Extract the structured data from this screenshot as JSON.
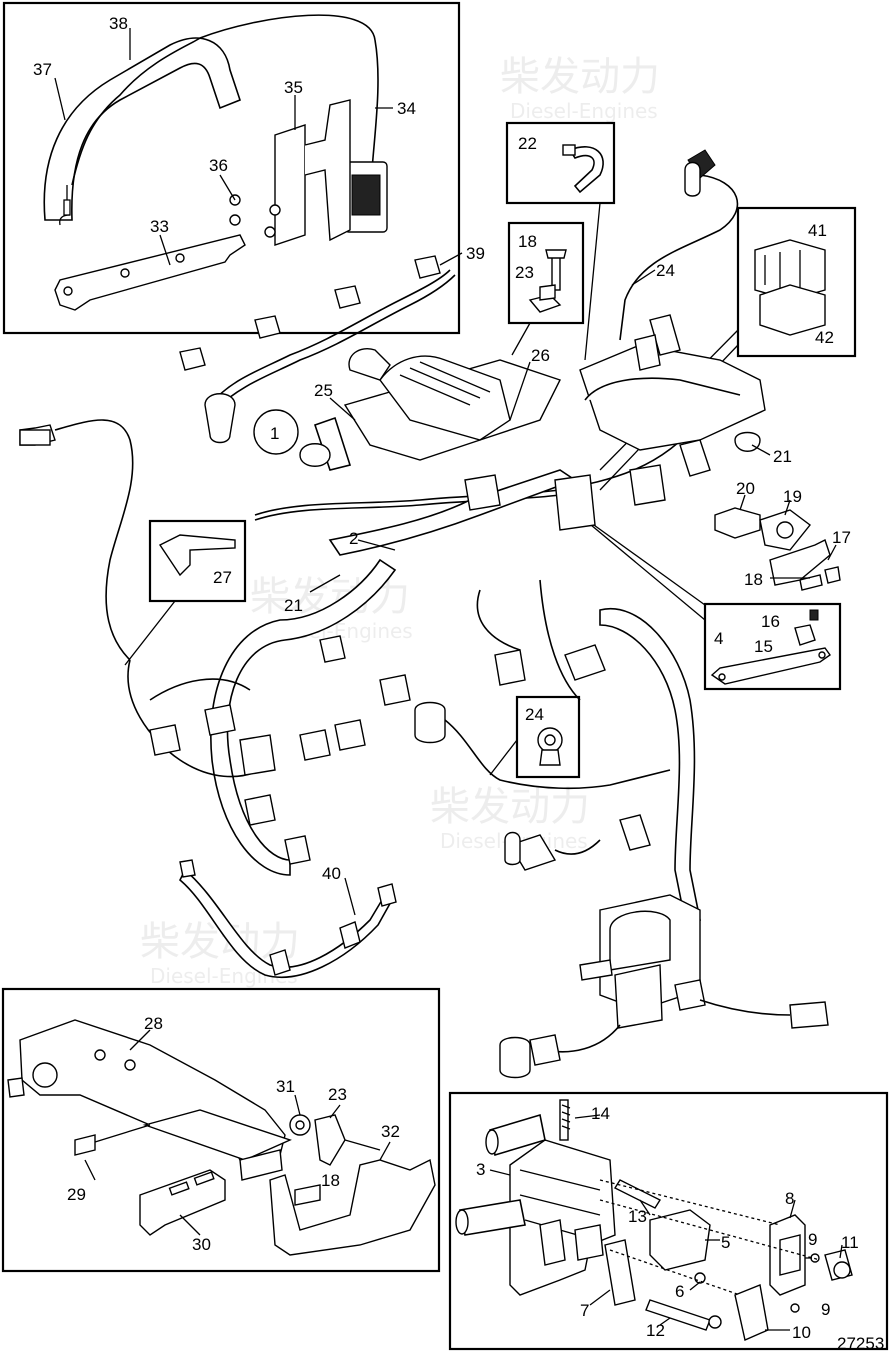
{
  "drawing_number": "27253",
  "watermark": {
    "cn": "柴发动力",
    "en": "Diesel-Engines"
  },
  "callouts": {
    "n1": "1",
    "n2": "2",
    "n3": "3",
    "n4": "4",
    "n5": "5",
    "n6": "6",
    "n7": "7",
    "n8": "8",
    "n9a": "9",
    "n9b": "9",
    "n10": "10",
    "n11": "11",
    "n12": "12",
    "n13": "13",
    "n14": "14",
    "n15": "15",
    "n16": "16",
    "n17": "17",
    "n18a": "18",
    "n18b": "18",
    "n18c": "18",
    "n19": "19",
    "n20": "20",
    "n21a": "21",
    "n21b": "21",
    "n22": "22",
    "n23a": "23",
    "n23b": "23",
    "n24a": "24",
    "n24b": "24",
    "n25": "25",
    "n26": "26",
    "n27": "27",
    "n28": "28",
    "n29": "29",
    "n30": "30",
    "n31": "31",
    "n32": "32",
    "n33": "33",
    "n34": "34",
    "n35": "35",
    "n36": "36",
    "n37": "37",
    "n38": "38",
    "n39": "39",
    "n40": "40",
    "n41": "41",
    "n42": "42"
  }
}
